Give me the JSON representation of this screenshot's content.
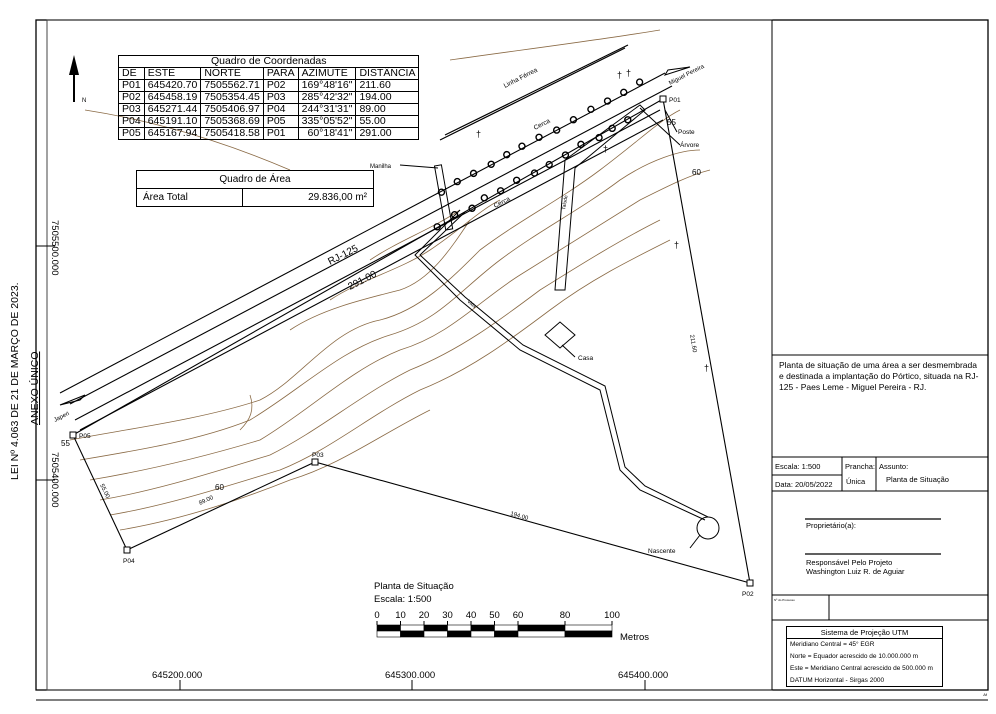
{
  "side_title": {
    "law": "LEI Nº 4.063 DE 21 DE MARÇO DE 2023.",
    "annex": "ANEXO ÚNICO"
  },
  "north_arrow": {
    "label": "N"
  },
  "coordinates_table": {
    "title": "Quadro de Coordenadas",
    "headers": [
      "DE",
      "ESTE",
      "NORTE",
      "PARA",
      "AZIMUTE",
      "DISTÂNCIA"
    ],
    "rows": [
      [
        "P01",
        "645420.70",
        "7505562.71",
        "P02",
        "169°48'16\"",
        "211.60"
      ],
      [
        "P02",
        "645458.19",
        "7505354.45",
        "P03",
        "285°42'32\"",
        "194.00"
      ],
      [
        "P03",
        "645271.44",
        "7505406.97",
        "P04",
        "244°31'31\"",
        "89.00"
      ],
      [
        "P04",
        "645191.10",
        "7505368.69",
        "P05",
        "335°05'52\"",
        "55.00"
      ],
      [
        "P05",
        "645167.94",
        "7505418.58",
        "P01",
        "60°18'41\"",
        "291.00"
      ]
    ]
  },
  "area_table": {
    "title": "Quadro de Área",
    "label": "Área Total",
    "value": "29.836,00 m²"
  },
  "map": {
    "road": "RJ-125",
    "railway": "Linha Férrea",
    "fence_1": "Cerca",
    "fence_2": "Cerca",
    "pipe": "Manilha",
    "to_east": "Miguel Pereira",
    "to_west": "Japeri",
    "pole": "Poste",
    "tree": "Árvore",
    "house": "Casa",
    "spring": "Nascente",
    "path": "Vala",
    "bank": "Talude",
    "points": [
      "P01",
      "P02",
      "P03",
      "P04",
      "P05"
    ],
    "distances": [
      "291.00",
      "211.60",
      "194.00",
      "89.00",
      "55.00"
    ],
    "contours": [
      "55",
      "60",
      "55",
      "60"
    ],
    "grid_north": [
      "7505500.000",
      "7505400.000"
    ],
    "grid_east": [
      "645200.000",
      "645300.000",
      "645400.000"
    ]
  },
  "scale_bar": {
    "title": "Planta de Situação",
    "scale": "Escala: 1:500",
    "ticks": [
      "0",
      "10",
      "20",
      "30",
      "40",
      "50",
      "60",
      "80",
      "100"
    ],
    "unit": "Metros"
  },
  "title_block": {
    "description": "Planta de situação de uma área a ser desmembrada e destinada a implantação do Pórtico, situada na RJ-125 - Paes Leme - Miguel Pereira - RJ.",
    "scale": "Escala: 1:500",
    "date": "Data: 20/05/2022",
    "sheet_label": "Prancha:",
    "sheet_value": "Única",
    "subject_label": "Assunto:",
    "subject_value": "Planta de Situação",
    "owner_label": "Proprietário(a):",
    "responsible_label": "Responsável Pelo Projeto",
    "responsible_name": "Washington Luiz R. de Aguiar",
    "process_label": "Nº do Processo",
    "utm": {
      "title": "Sistema de Projeção UTM",
      "lines": [
        "Meridiano Central = 45° EGR",
        "Norte = Equador acrescido de 10.000.000 m",
        "Este  = Meridiano Central acrescido de 500.000 m",
        "DATUM Horizontal - Sirgas 2000"
      ]
    },
    "corner_mark": "Af"
  }
}
